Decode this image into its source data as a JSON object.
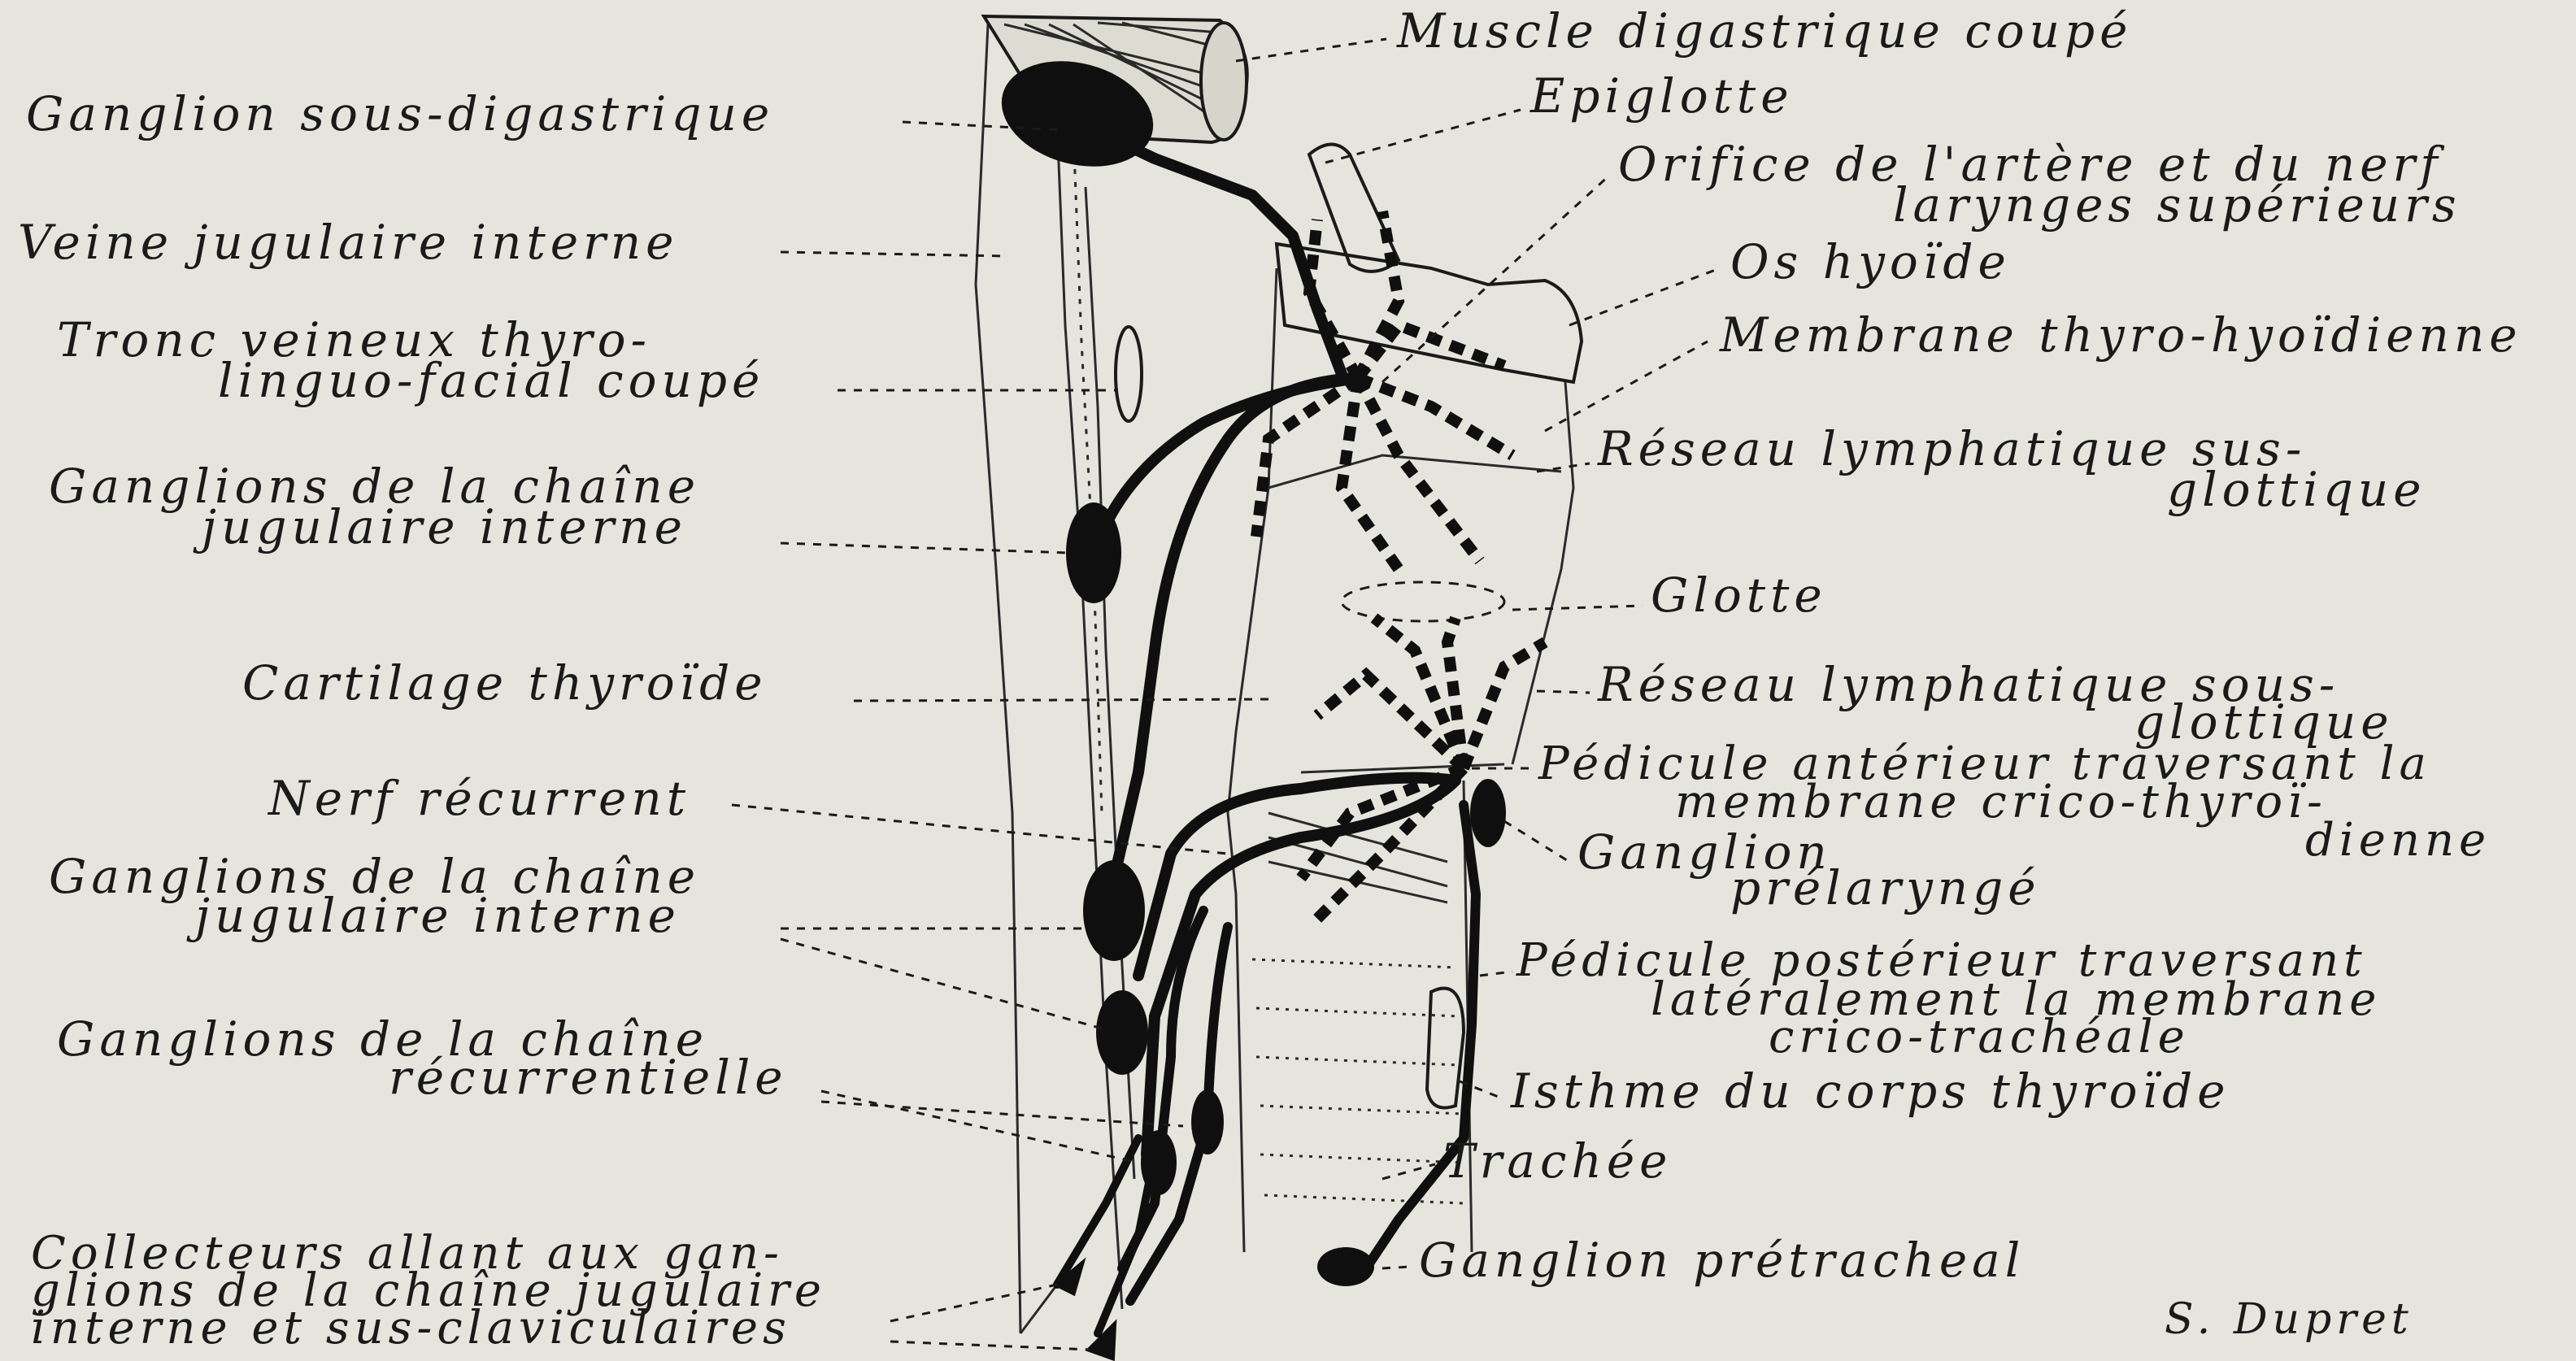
{
  "labels": {
    "muscle_digastrique": "Muscle digastrique coupé",
    "ganglion_sous_digastrique": "Ganglion sous-digastrique",
    "epiglotte": "Epiglotte",
    "orifice_l1": "Orifice de l'artère et du nerf",
    "orifice_l2": "larynges supérieurs",
    "veine_jugulaire": "Veine jugulaire interne",
    "os_hyoide": "Os hyoïde",
    "tronc_l1": "Tronc veineux thyro-",
    "tronc_l2": "linguo-facial coupé",
    "membrane_thyro_hyoidienne": "Membrane thyro-hyoïdienne",
    "reseau_sus_l1": "Réseau lymphatique sus-",
    "reseau_sus_l2": "glottique",
    "ganglions_jug1_l1": "Ganglions de la chaîne",
    "ganglions_jug1_l2": "jugulaire interne",
    "glotte": "Glotte",
    "cartilage_thyroide": "Cartilage thyroïde",
    "reseau_sous_l1": "Réseau lymphatique sous-",
    "reseau_sous_l2": "glottique",
    "pedicule_ant_l1": "Pédicule antérieur traversant la",
    "pedicule_ant_l2": "membrane crico-thyroï-",
    "pedicule_ant_l3": "dienne",
    "nerf_recurrent": "Nerf récurrent",
    "ganglion_prelaryng_l1": "Ganglion",
    "ganglion_prelaryng_l2": "prélaryngé",
    "ganglions_jug2_l1": "Ganglions de la chaîne",
    "ganglions_jug2_l2": "jugulaire interne",
    "pedicule_post_l1": "Pédicule postérieur traversant",
    "pedicule_post_l2": "latéralement la membrane",
    "pedicule_post_l3": "crico-trachéale",
    "ganglions_rec_l1": "Ganglions de la chaîne",
    "ganglions_rec_l2": "récurrentielle",
    "isthme": "Isthme du corps thyroïde",
    "trachee": "Trachée",
    "collecteurs_l1": "Collecteurs allant aux gan-",
    "collecteurs_l2": "glions de la chaîne jugulaire",
    "collecteurs_l3": "interne et sus-claviculaires",
    "ganglion_pretracheal": "Ganglion prétracheal",
    "signature": "S. Dupret"
  }
}
